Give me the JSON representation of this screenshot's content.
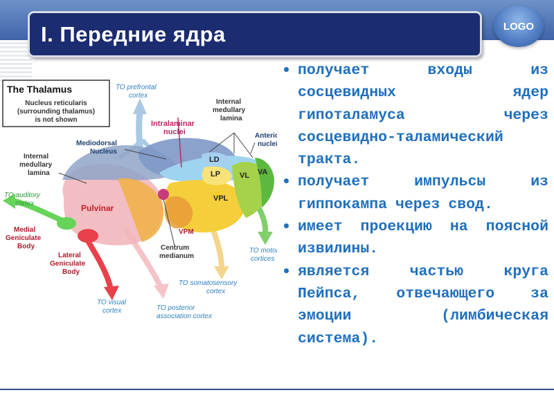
{
  "title": "I. Передние ядра",
  "logo": "LOGO",
  "bullets": [
    "получает входы из сосцевидных ядер гипоталамуса через сосцевидно-таламический тракта.",
    "получает импульсы из гиппокампа через свод.",
    "имеет проекцию на поясной извилины.",
    "является частью круга Пейпса, отвечающего за эмоции (лимбическая система)."
  ],
  "diagram": {
    "heading": "The Thalamus",
    "note": [
      "Nucleus reticularis",
      "(surrounding thalamus)",
      "is not shown"
    ],
    "prefrontal": [
      "TO prefrontal",
      "cortex"
    ],
    "intralaminar": [
      "Intralaminar",
      "nuclei"
    ],
    "internal_lamina_right": [
      "Internal",
      "medullary",
      "lamina"
    ],
    "mediodorsal": [
      "Mediodorsal",
      "Nucleus"
    ],
    "internal_lamina_left": [
      "Internal",
      "medullary",
      "lamina"
    ],
    "anterior": [
      "Anterior",
      "nuclei"
    ],
    "auditory": [
      "TO auditory",
      "cortex"
    ],
    "medial_geniculate": [
      "Medial",
      "Geniculate",
      "Body"
    ],
    "lateral_geniculate": [
      "Lateral",
      "Geniculate",
      "Body"
    ],
    "pulvinar": "Pulvinar",
    "ld": "LD",
    "lp": "LP",
    "vl": "VL",
    "va": "VA",
    "vpl": "VPL",
    "vpm": "VPM",
    "centrum": [
      "Centrum",
      "medianum"
    ],
    "motor": [
      "TO motor",
      "cortices"
    ],
    "somatosensory": [
      "TO somatosensory",
      "cortex"
    ],
    "visual": [
      "TO visual",
      "cortex"
    ],
    "posterior": [
      "TO posterior",
      "association cortex"
    ]
  }
}
